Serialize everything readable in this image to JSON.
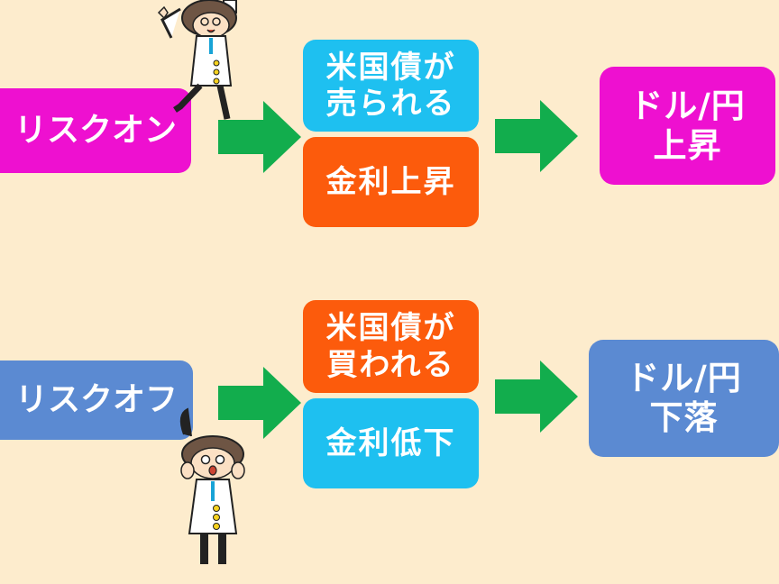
{
  "colors": {
    "background": "#fdeccd",
    "risk_on": "#ee10d0",
    "risk_off": "#5b8ad2",
    "blue_box": "#1ec0f0",
    "orange_box": "#fc5b0c",
    "arrow": "#12ad4d"
  },
  "risk_on": {
    "label": "リスクオン",
    "bond_line1": "米国債が",
    "bond_line2": "売られる",
    "rate": "金利上昇",
    "result_line1": "ドル/円",
    "result_line2": "上昇"
  },
  "risk_off": {
    "label": "リスクオフ",
    "bond_line1": "米国債が",
    "bond_line2": "買われる",
    "rate": "金利低下",
    "result_line1": "ドル/円",
    "result_line2": "下落"
  },
  "icons": [
    "arrow-right-icon",
    "scientist-cheering-icon",
    "scientist-shocked-icon"
  ]
}
